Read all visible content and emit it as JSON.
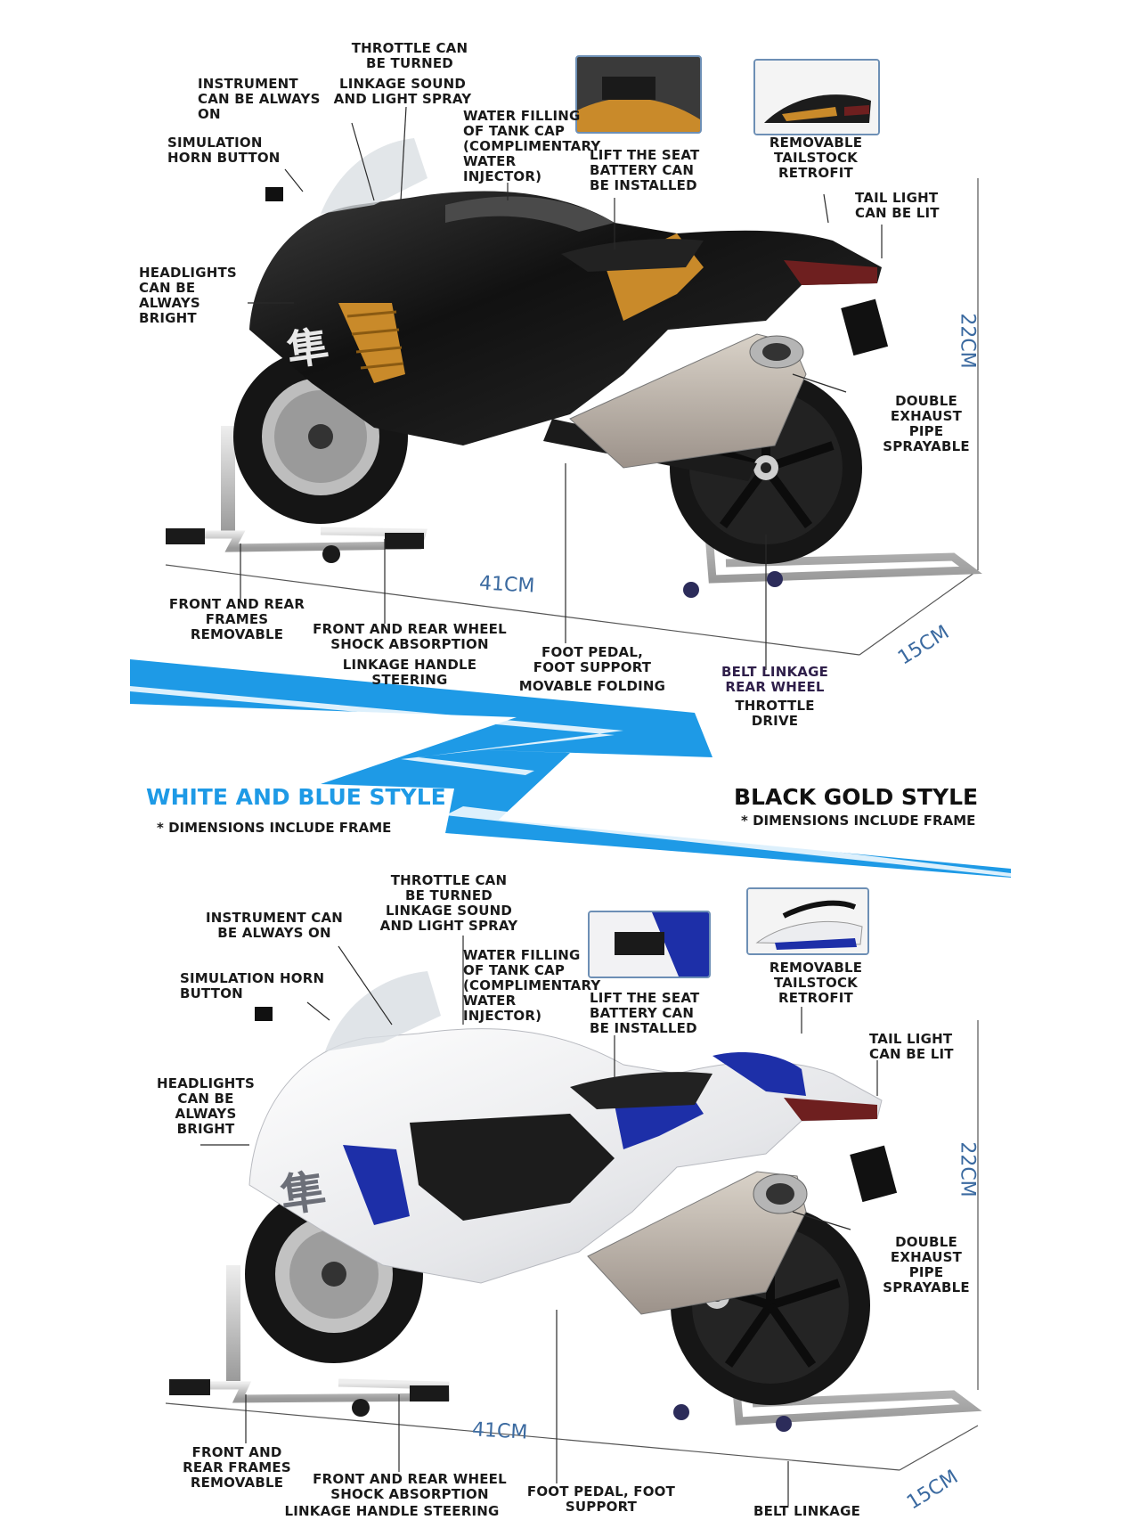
{
  "styles": {
    "blue_title": "WHITE AND BLUE STYLE",
    "blue_note": "* DIMENSIONS INCLUDE FRAME",
    "black_title": "BLACK GOLD STYLE",
    "black_note": "* DIMENSIONS INCLUDE FRAME"
  },
  "top": {
    "labels": {
      "throttle": "THROTTLE CAN\nBE TURNED",
      "linkage_sound": "LINKAGE SOUND\nAND LIGHT SPRAY",
      "instrument": "INSTRUMENT\nCAN BE ALWAYS\nON",
      "water": "WATER FILLING\nOF TANK CAP\n(COMPLIMENTARY\nWATER\nINJECTOR)",
      "seat": "LIFT THE SEAT\nBATTERY CAN\nBE INSTALLED",
      "tailstock": "REMOVABLE\nTAILSTOCK\nRETROFIT",
      "taillight": "TAIL LIGHT\nCAN BE LIT",
      "horn": "SIMULATION\nHORN BUTTON",
      "headlights": "HEADLIGHTS\nCAN BE\nALWAYS\nBRIGHT",
      "exhaust": "DOUBLE\nEXHAUST\nPIPE\nSPRAYABLE",
      "frames": "FRONT AND REAR\nFRAMES\nREMOVABLE",
      "shock": "FRONT AND REAR WHEEL\nSHOCK ABSORPTION",
      "steering": "LINKAGE HANDLE\nSTEERING",
      "pedal": "FOOT PEDAL,\nFOOT SUPPORT",
      "folding": "MOVABLE FOLDING",
      "belt": "BELT LINKAGE\nREAR WHEEL",
      "throttle_drive": "THROTTLE\nDRIVE"
    },
    "dims": {
      "length": "41CM",
      "height": "22CM",
      "width": "15CM"
    }
  },
  "bottom": {
    "labels": {
      "throttle": "THROTTLE CAN\nBE TURNED\nLINKAGE SOUND\nAND LIGHT SPRAY",
      "instrument": "INSTRUMENT CAN\nBE ALWAYS ON",
      "water": "WATER FILLING\nOF TANK CAP\n(COMPLIMENTARY\nWATER\nINJECTOR)",
      "seat": "LIFT THE SEAT\nBATTERY CAN\nBE INSTALLED",
      "tailstock": "REMOVABLE\nTAILSTOCK\nRETROFIT",
      "taillight": "TAIL LIGHT\nCAN BE LIT",
      "horn": "SIMULATION HORN\nBUTTON",
      "headlights": "HEADLIGHTS\nCAN BE\nALWAYS\nBRIGHT",
      "exhaust": "DOUBLE\nEXHAUST\nPIPE\nSPRAYABLE",
      "frames": "FRONT AND\nREAR FRAMES\nREMOVABLE",
      "shock": "FRONT AND REAR WHEEL\nSHOCK ABSORPTION",
      "steering": "LINKAGE HANDLE STEERING",
      "pedal": "FOOT PEDAL, FOOT\nSUPPORT",
      "belt": "BELT LINKAGE"
    },
    "dims": {
      "length": "41CM",
      "height": "22CM",
      "width": "15CM"
    }
  },
  "colors": {
    "accent_blue": "#1e9ae6",
    "body_black": "#151515",
    "gold": "#c98a2a",
    "body_white": "#f2f2f4",
    "deep_blue": "#1d2fa8"
  }
}
